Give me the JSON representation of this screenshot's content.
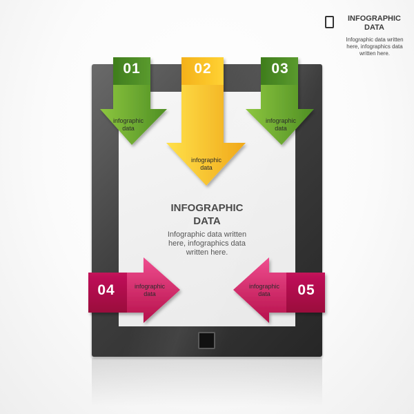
{
  "legend": {
    "icon": "tablet-icon",
    "title_line1": "INFOGRAPHIC",
    "title_line2": "DATA",
    "text_line1": "Infographic data written",
    "text_line2": "here, infographics data",
    "text_line3": "written here."
  },
  "center": {
    "title_line1": "INFOGRAPHIC",
    "title_line2": "DATA",
    "text_line1": "Infographic data written",
    "text_line2": "here, infographics data",
    "text_line3": "written here."
  },
  "steps": [
    {
      "number": "01",
      "label_line1": "infographic",
      "label_line2": "data",
      "color": "#5a9a2e",
      "direction": "down"
    },
    {
      "number": "02",
      "label_line1": "infographic",
      "label_line2": "data",
      "color": "#f3b81b",
      "direction": "down"
    },
    {
      "number": "03",
      "label_line1": "infographic",
      "label_line2": "data",
      "color": "#5a9a2e",
      "direction": "down"
    },
    {
      "number": "04",
      "label_line1": "infographic",
      "label_line2": "data",
      "color": "#c0124f",
      "direction": "right"
    },
    {
      "number": "05",
      "label_line1": "infographic",
      "label_line2": "data",
      "color": "#c0124f",
      "direction": "left"
    }
  ],
  "colors": {
    "green": "#5a9a2e",
    "green_light": "#8dc63f",
    "yellow": "#f3b81b",
    "yellow_light": "#ffe14a",
    "magenta": "#c0124f",
    "magenta_light": "#ec4a8c",
    "tablet": "#3a3a3a"
  }
}
